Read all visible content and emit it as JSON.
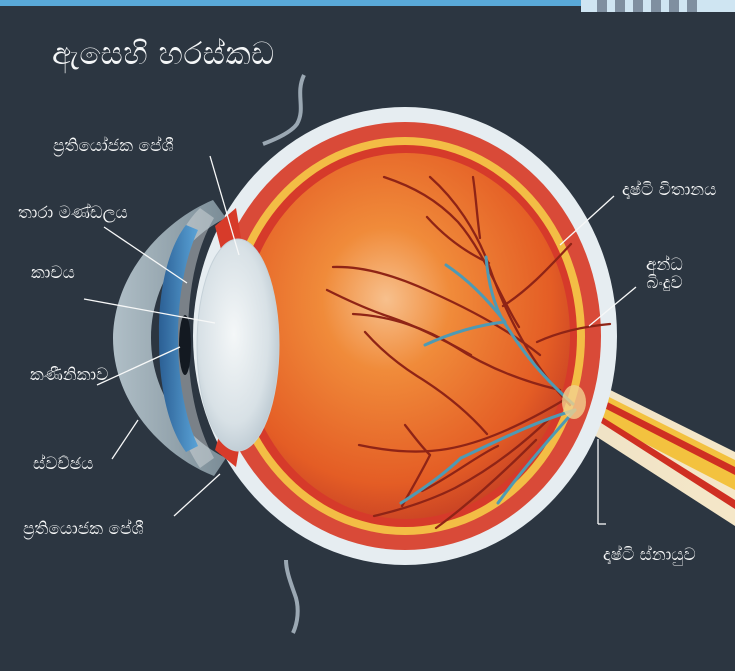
{
  "title": "ඇසෙහි හරස්කඩ",
  "labels": {
    "ciliary_top": "ප්‍රතියෝජක පේශී",
    "iris": "තාරා මණ්ඩලය",
    "lens": "කාචය",
    "pupil": "කණීනිකාව",
    "cornea": "ස්වච්ඡය",
    "ciliary_bottom": "ප්‍රතියොජක පේශී",
    "retina": "දෘෂ්ටි විතානය",
    "blind_spot": "අන්ධ\nබිංදුව",
    "optic_nerve": "දෘෂ්ටි ස්නායුව"
  },
  "colors": {
    "background": "#2c3641",
    "sclera": "#dfe6ea",
    "choroid": "#d94a38",
    "retina_band": "#f2b843",
    "eyeball_fill": "#e86a2a",
    "lens": "#dfe7ec",
    "iris": "#3d7ab7",
    "vessel_red": "#8f2416",
    "vessel_blue": "#4e9ab4"
  }
}
